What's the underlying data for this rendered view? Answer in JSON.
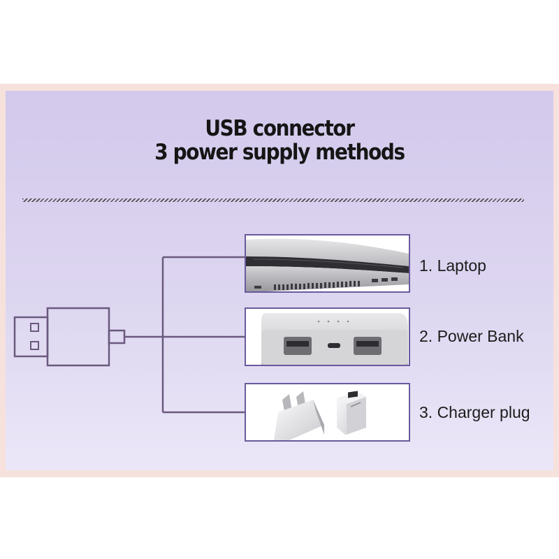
{
  "title": {
    "line1": "USB connector",
    "line2": "3 power supply methods"
  },
  "methods": [
    {
      "label": "1. Laptop",
      "icon": "laptop-icon"
    },
    {
      "label": "2. Power Bank",
      "icon": "power-bank-icon"
    },
    {
      "label": "3. Charger plug",
      "icon": "charger-plug-icon"
    }
  ],
  "colors": {
    "panel": "#d3c9ec",
    "frame": "#f7e1dc",
    "line": "#6a5a7e",
    "box_border": "#6a5a9c"
  }
}
